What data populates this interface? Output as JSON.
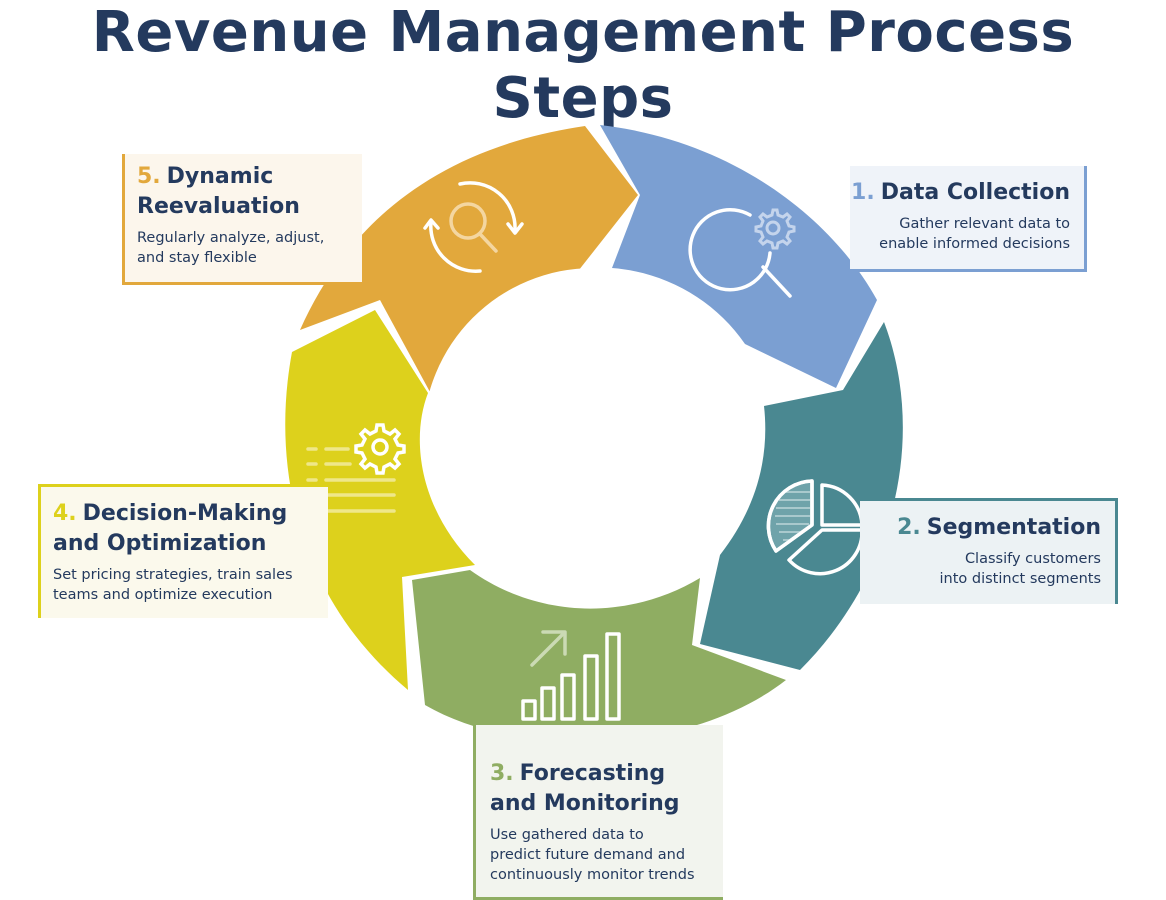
{
  "title": "Revenue Management Process Steps",
  "colors": {
    "title": "#243a5e",
    "step1": "#7b9fd2",
    "step2": "#4a8891",
    "step3": "#8fad62",
    "step4": "#ddd11c",
    "step5": "#e2a83c"
  },
  "steps": [
    {
      "number": "1.",
      "title": "Data Collection",
      "description_lines": [
        "Gather relevant data to",
        "enable informed decisions"
      ],
      "description": "Gather relevant data to enable informed decisions",
      "icon": "search-gear-icon",
      "color": "#7b9fd2"
    },
    {
      "number": "2.",
      "title": "Segmentation",
      "description_lines": [
        "Classify customers",
        "into distinct segments"
      ],
      "description": "Classify customers into distinct segments",
      "icon": "pie-chart-icon",
      "color": "#4a8891"
    },
    {
      "number": "3.",
      "title_lines": [
        "Forecasting",
        "and Monitoring"
      ],
      "title": "Forecasting and Monitoring",
      "description_lines": [
        "Use gathered data to",
        "predict future demand and",
        "continuously monitor trends"
      ],
      "description": "Use gathered data to predict future demand and continuously monitor trends",
      "icon": "bar-chart-growth-icon",
      "color": "#8fad62"
    },
    {
      "number": "4.",
      "title_lines": [
        "Decision-Making",
        "and Optimization"
      ],
      "title": "Decision-Making and Optimization",
      "description_lines": [
        "Set pricing strategies, train sales",
        "teams and optimize execution"
      ],
      "description": "Set pricing strategies, train sales teams and optimize execution",
      "icon": "list-gear-icon",
      "color": "#ddd11c"
    },
    {
      "number": "5.",
      "title_lines": [
        "Dynamic",
        "Reevaluation"
      ],
      "title": "Dynamic Reevaluation",
      "description_lines": [
        "Regularly analyze, adjust,",
        "and stay flexible"
      ],
      "description": "Regularly analyze, adjust, and stay flexible",
      "icon": "refresh-search-icon",
      "color": "#e2a83c"
    }
  ]
}
